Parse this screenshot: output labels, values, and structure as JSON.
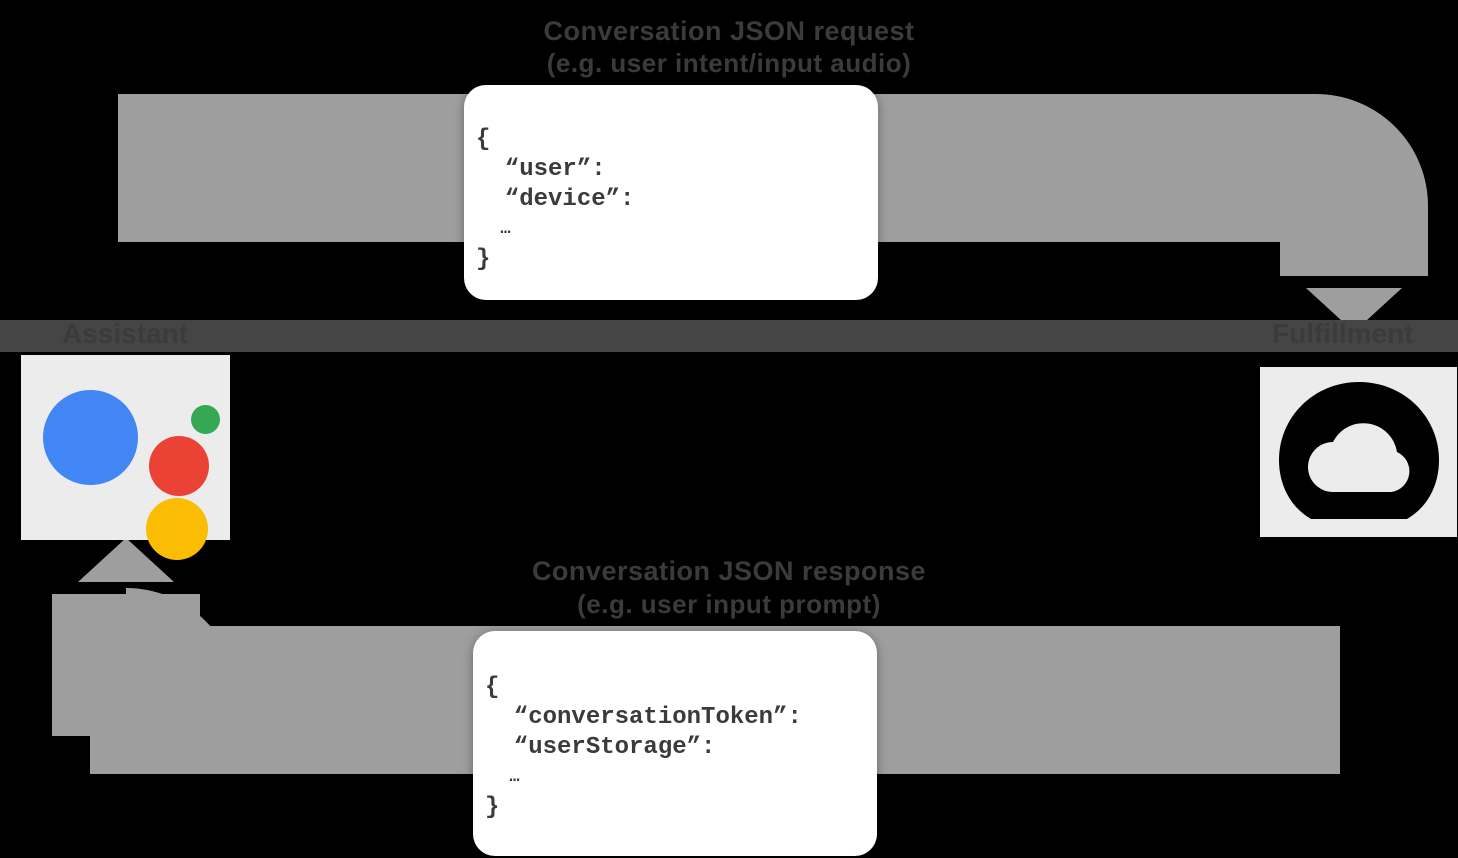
{
  "diagram": {
    "title": "Conversation JSON request",
    "request": {
      "title": "Conversation JSON request",
      "subtitle": "(e.g. user intent/input audio)",
      "json_lines": [
        "{",
        "  “user”:",
        "  “device”:",
        "  …",
        "}"
      ]
    },
    "response": {
      "title": "Conversation JSON response",
      "subtitle": "(e.g. user input prompt)",
      "json_lines": [
        "{",
        "  “conversationToken”:",
        "  “userStorage”:",
        "  …",
        "}"
      ]
    },
    "nodes": {
      "left": {
        "label": "Assistant",
        "icon": "google-assistant-logo"
      },
      "right": {
        "label": "Fulfillment",
        "icon": "cloud-logo"
      }
    },
    "colors": {
      "background": "#000000",
      "arrow": "#9e9e9e",
      "band": "#454545",
      "tile": "#ececec",
      "text": "#3b3b3b",
      "card": "#ffffff",
      "assistant_blue": "#4285F4",
      "assistant_red": "#EA4335",
      "assistant_green": "#34A853",
      "assistant_yellow": "#FBBC04"
    }
  }
}
